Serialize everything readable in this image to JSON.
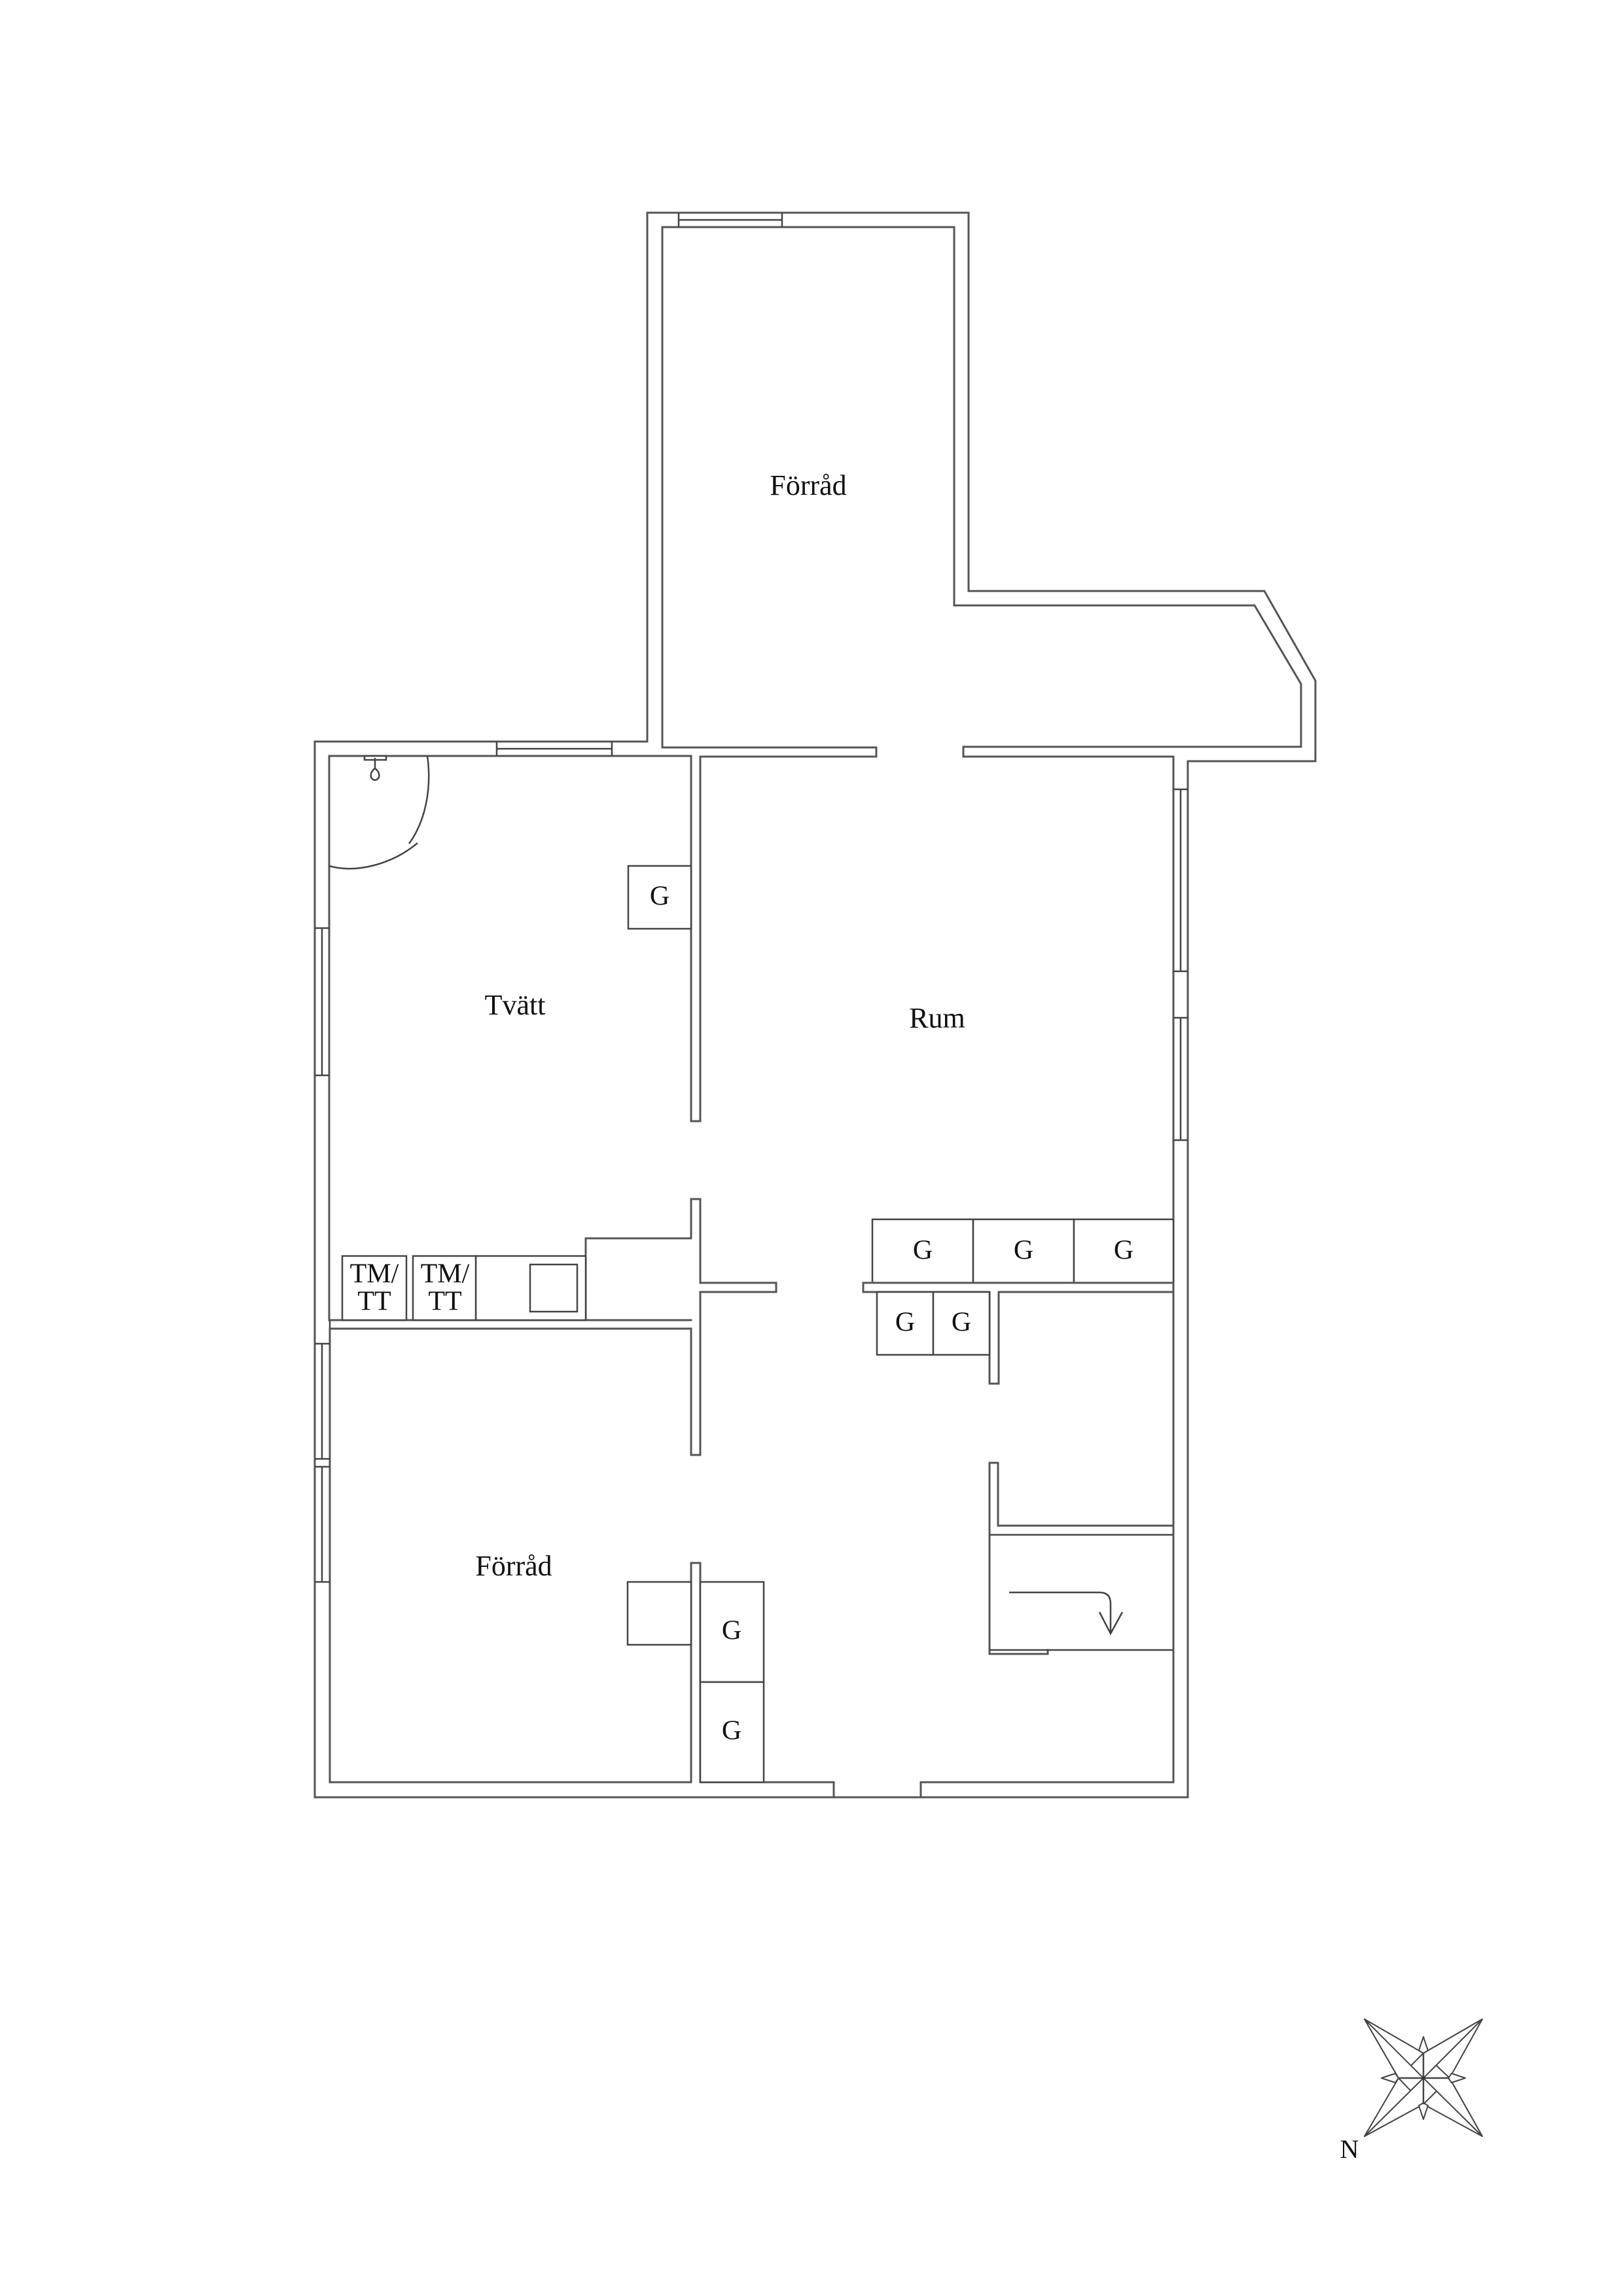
{
  "plan": {
    "rooms": [
      {
        "id": "forrad-north",
        "label": "Förråd"
      },
      {
        "id": "tvatt",
        "label": "Tvätt"
      },
      {
        "id": "rum",
        "label": "Rum"
      },
      {
        "id": "forrad-south",
        "label": "Förråd"
      }
    ],
    "fixtures": {
      "wardrobe_label": "G",
      "laundry": [
        {
          "line1": "TM/",
          "line2": "TT"
        },
        {
          "line1": "TM/",
          "line2": "TT"
        }
      ],
      "wardrobes": [
        "G",
        "G",
        "G",
        "G",
        "G",
        "G",
        "G",
        "G"
      ]
    },
    "compass": {
      "label": "N"
    },
    "colors": {
      "wall_stroke": "#555555",
      "background": "#ffffff",
      "text": "#111111"
    }
  }
}
